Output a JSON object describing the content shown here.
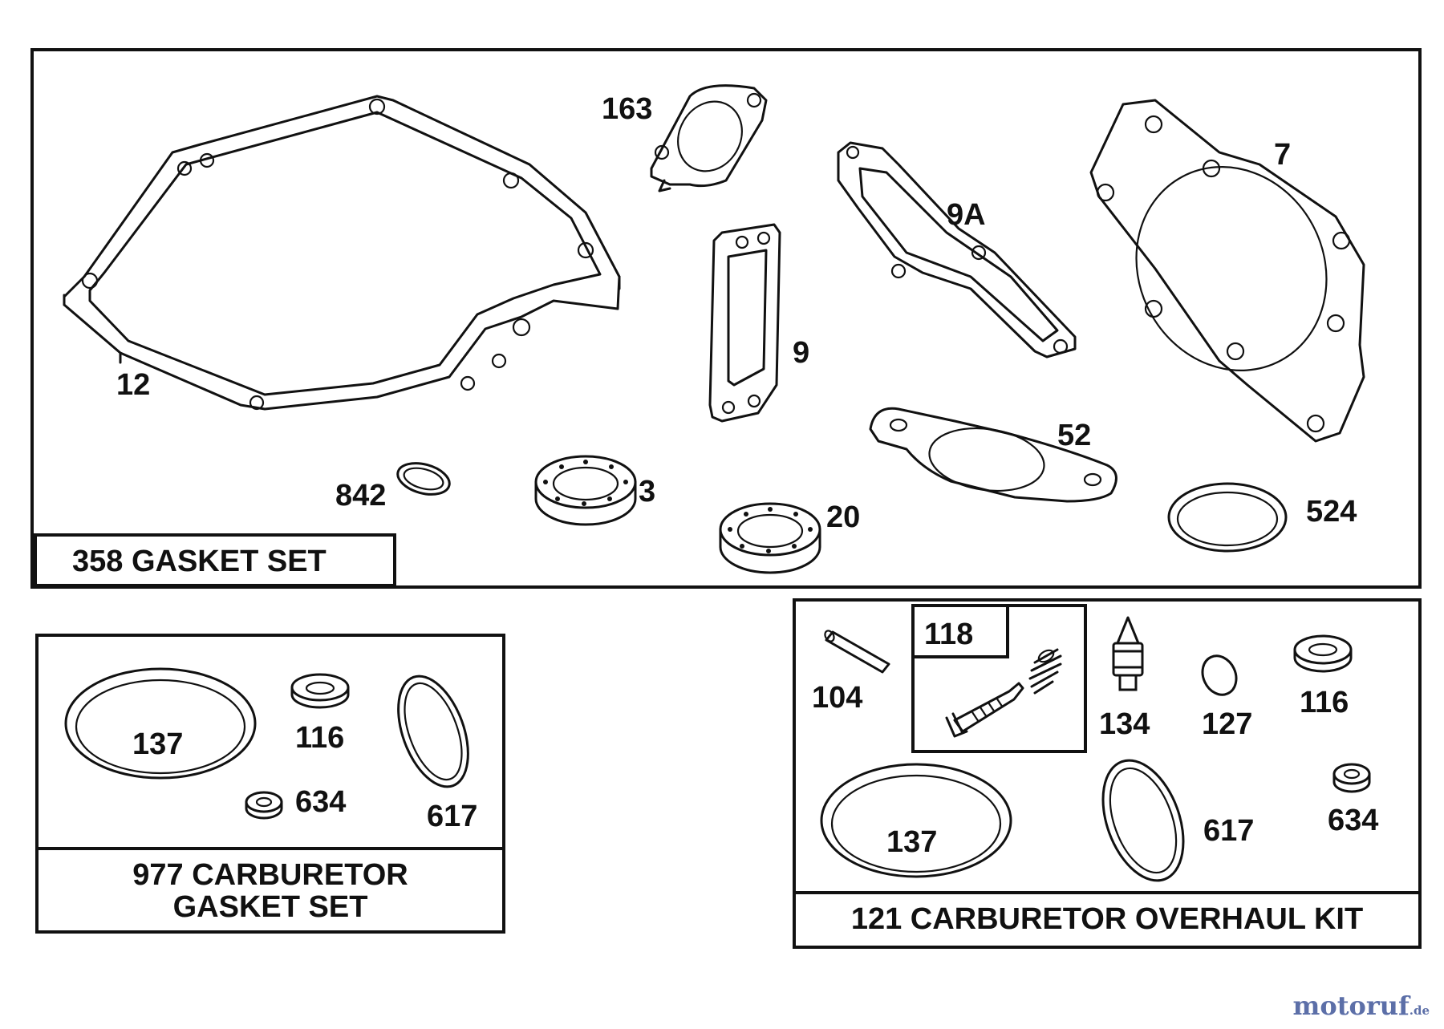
{
  "panels": {
    "gasket_set": {
      "title": "358 GASKET SET"
    },
    "carb_gasket_set": {
      "title_line1": "977 CARBURETOR",
      "title_line2": "GASKET SET"
    },
    "overhaul_kit": {
      "title": "121 CARBURETOR OVERHAUL KIT",
      "subkit_label": "118"
    }
  },
  "callouts": {
    "gasket_set": [
      "163",
      "7",
      "9A",
      "12",
      "9",
      "52",
      "842",
      "3",
      "20",
      "524"
    ],
    "carb_gasket_set": [
      "137",
      "116",
      "634",
      "617"
    ],
    "overhaul_kit": [
      "104",
      "134",
      "127",
      "116",
      "137",
      "617",
      "634"
    ]
  },
  "watermark": {
    "text": "motoruf",
    "tld": ".de"
  }
}
